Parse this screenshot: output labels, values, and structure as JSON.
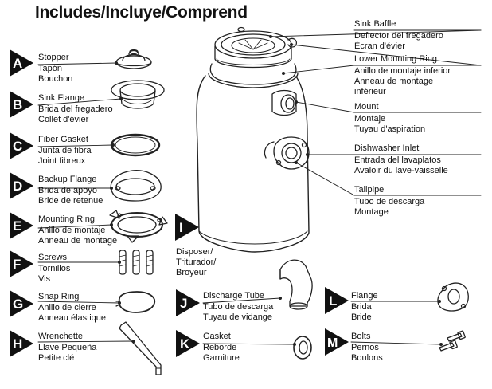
{
  "title": "Includes/Incluye/Comprend",
  "left_parts": [
    {
      "letter": "A",
      "name": "Stopper",
      "tr1": "Tapón",
      "tr2": "Bouchon"
    },
    {
      "letter": "B",
      "name": "Sink Flange",
      "tr1": "Brida del fregadero",
      "tr2": "Collet d'évier"
    },
    {
      "letter": "C",
      "name": "Fiber Gasket",
      "tr1": "Junta de fibra",
      "tr2": "Joint fibreux"
    },
    {
      "letter": "D",
      "name": "Backup Flange",
      "tr1": "Brida de apoyo",
      "tr2": "Bride de retenue"
    },
    {
      "letter": "E",
      "name": "Mounting Ring",
      "tr1": "Anillo de montaje",
      "tr2": "Anneau de montage"
    },
    {
      "letter": "F",
      "name": "Screws",
      "tr1": "Tornillos",
      "tr2": "Vis"
    },
    {
      "letter": "G",
      "name": "Snap Ring",
      "tr1": "Anillo de cierre",
      "tr2": "Anneau élastique"
    },
    {
      "letter": "H",
      "name": "Wrenchette",
      "tr1": "Llave Pequeña",
      "tr2": "Petite clé"
    }
  ],
  "disposer": {
    "letter": "I",
    "line1": "Disposer/",
    "line2": "Triturador/",
    "line3": "Broyeur"
  },
  "bottom_parts": [
    {
      "letter": "J",
      "name": "Discharge Tube",
      "tr1": "Tubo de descarga",
      "tr2": "Tuyau de vidange"
    },
    {
      "letter": "K",
      "name": "Gasket",
      "tr1": "Reborde",
      "tr2": "Garniture"
    },
    {
      "letter": "L",
      "name": "Flange",
      "tr1": "Brida",
      "tr2": "Bride"
    },
    {
      "letter": "M",
      "name": "Bolts",
      "tr1": "Pernos",
      "tr2": "Boulons"
    }
  ],
  "callouts": [
    {
      "name": "Sink Baffle",
      "tr1": "Deflector del fregadero",
      "tr2": "Écran d'évier"
    },
    {
      "name": "Lower Mounting Ring",
      "tr1": "Anillo de montaje inferior",
      "tr2": "Anneau de montage",
      "tr3": "inférieur"
    },
    {
      "name": "Mount",
      "tr1": "Montaje",
      "tr2": "Tuyau d'aspiration"
    },
    {
      "name": "Dishwasher Inlet",
      "tr1": "Entrada del lavaplatos",
      "tr2": "Avaloir du lave-vaisselle"
    },
    {
      "name": "Tailpipe",
      "tr1": "Tubo de descarga",
      "tr2": "Montage"
    }
  ]
}
